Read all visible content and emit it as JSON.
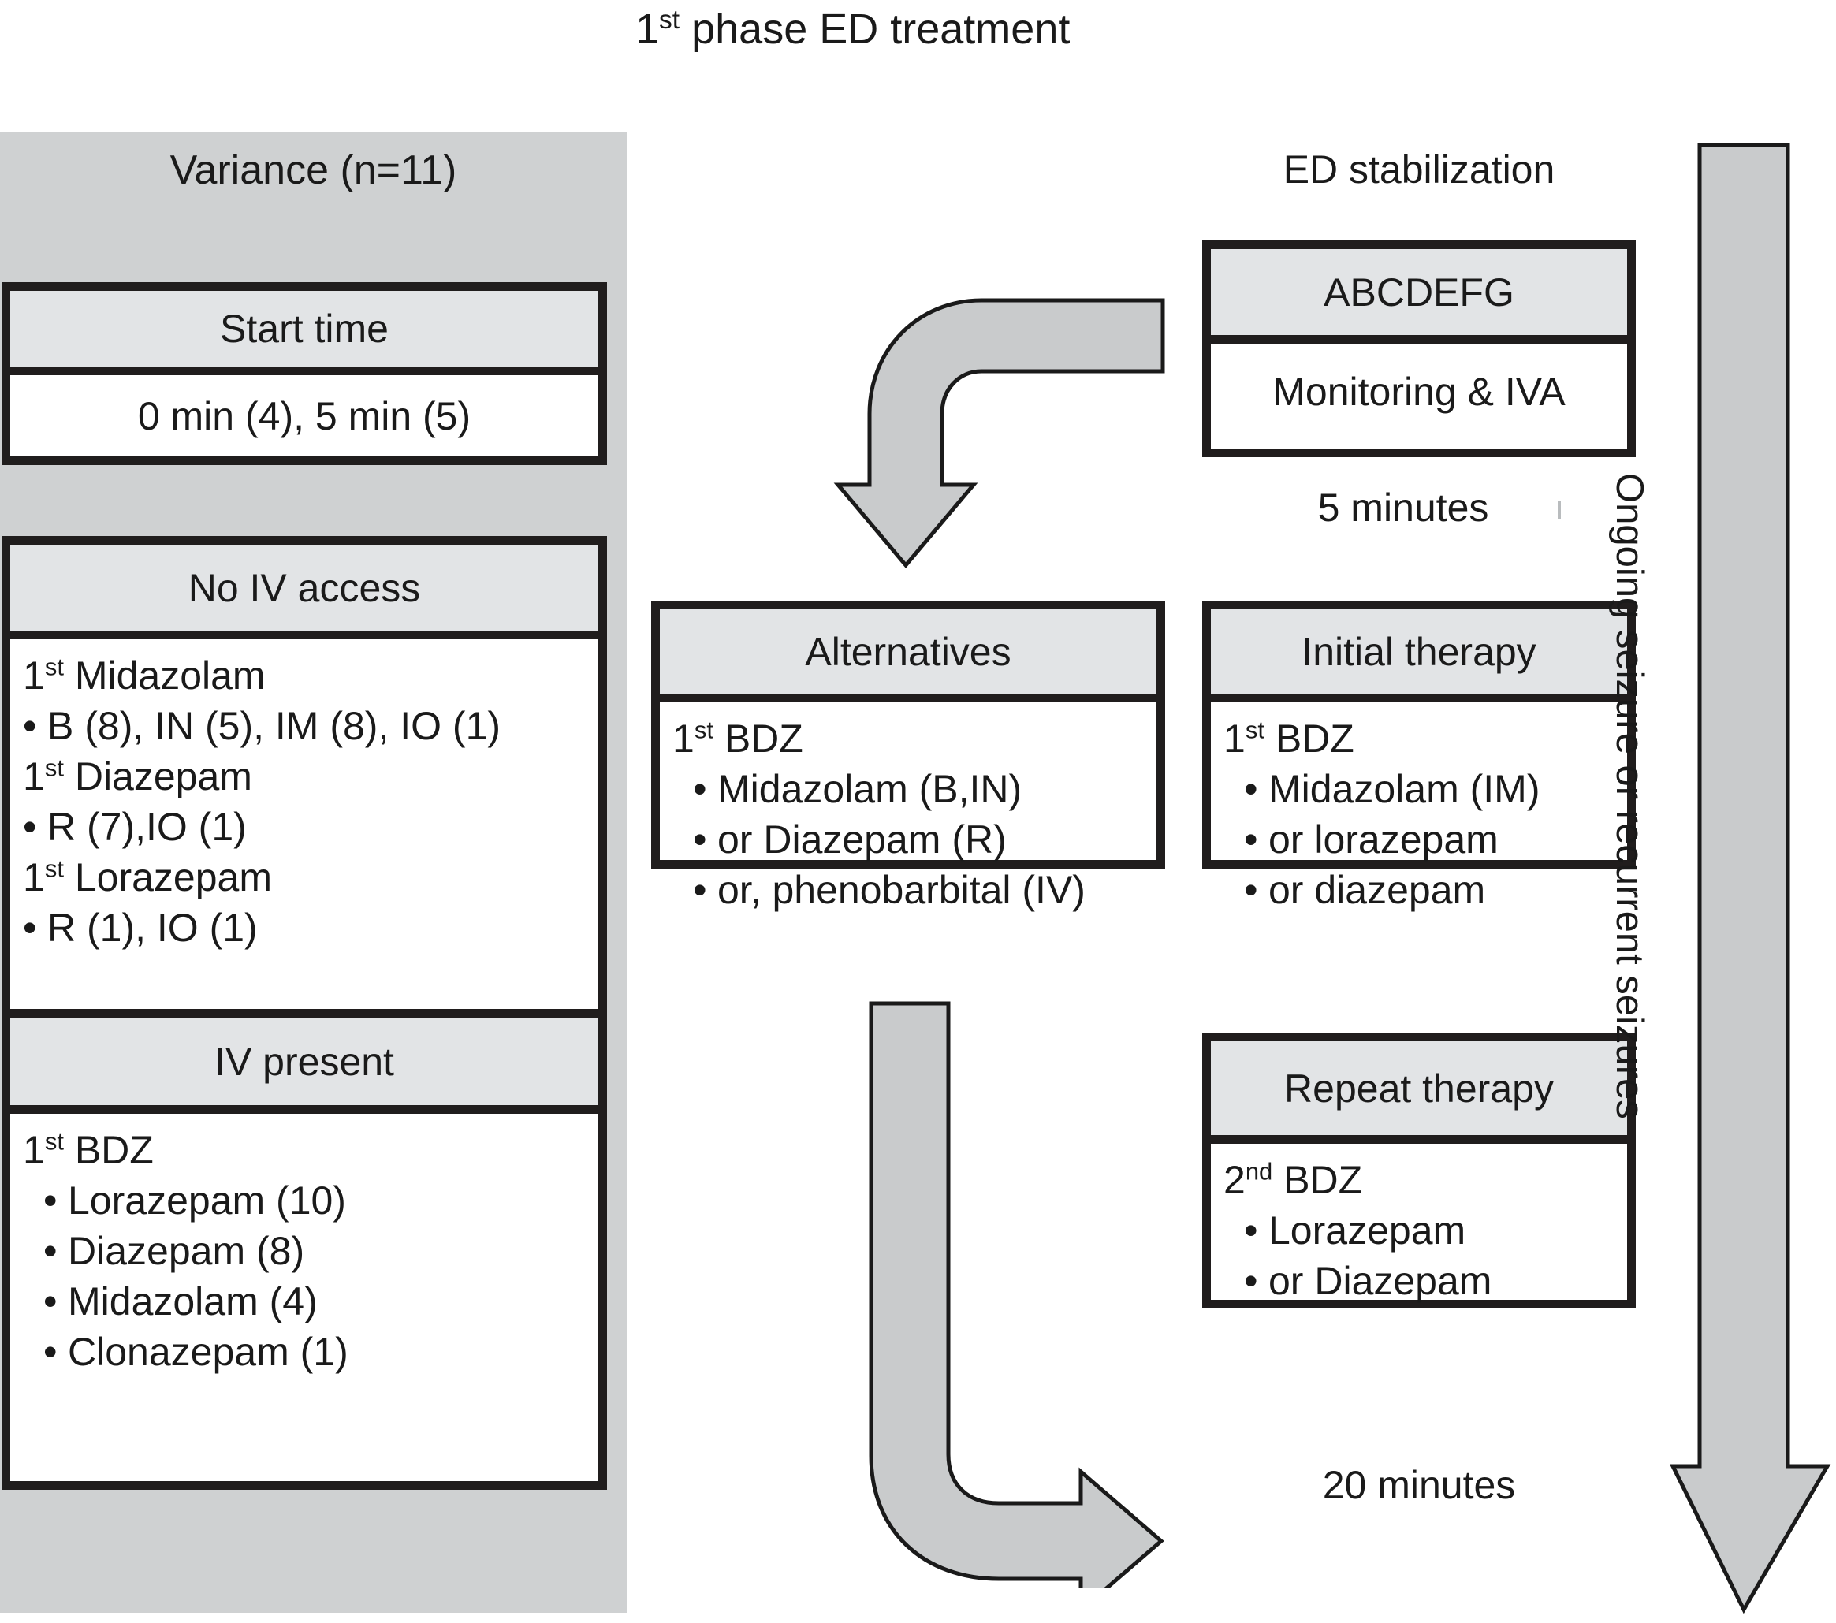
{
  "figure": {
    "title_prefix": "1",
    "title_ordinal": "st",
    "title_rest": " phase ED treatment"
  },
  "variance_panel": {
    "title": "Variance (n=11)",
    "boxes": [
      {
        "header": "Start time",
        "body_text": "0 min (4), 5 min (5)"
      },
      {
        "header": "No IV access",
        "lines": [
          {
            "ordinal_num": "1",
            "ordinal_sup": "st",
            "text": " Midazolam"
          },
          {
            "bullet": "•",
            "text": "B (8), IN (5), IM (8), IO (1)"
          },
          {
            "ordinal_num": "1",
            "ordinal_sup": "st",
            "text": " Diazepam"
          },
          {
            "bullet": "•",
            "text": "R (7),IO (1)"
          },
          {
            "ordinal_num": "1",
            "ordinal_sup": "st",
            "text": " Lorazepam"
          },
          {
            "bullet": "•",
            "text": "R (1), IO (1)"
          }
        ]
      },
      {
        "header": "IV present",
        "lines": [
          {
            "ordinal_num": "1",
            "ordinal_sup": "st",
            "text": " BDZ"
          },
          {
            "bullet": "•",
            "text": "Lorazepam (10)"
          },
          {
            "bullet": "•",
            "text": "Diazepam (8)"
          },
          {
            "bullet": "•",
            "text": "Midazolam (4)"
          },
          {
            "bullet": "•",
            "text": "Clonazepam (1)"
          }
        ]
      }
    ]
  },
  "middle_column": {
    "alternatives": {
      "header": "Alternatives",
      "lines": [
        {
          "ordinal_num": "1",
          "ordinal_sup": "st",
          "text": " BDZ"
        },
        {
          "bullet": "•",
          "text": "Midazolam (B,IN)"
        },
        {
          "bullet": "•",
          "text": "or Diazepam (R)"
        },
        {
          "bullet": "•",
          "text": "or, phenobarbital (IV)"
        }
      ]
    }
  },
  "right_column": {
    "ed_stabilization_label": "ED stabilization",
    "ed_stabilization": {
      "header": "ABCDEFG",
      "body_text": "Monitoring & IVA"
    },
    "time_5_minutes": "5 minutes",
    "initial_therapy": {
      "header": "Initial therapy",
      "lines": [
        {
          "ordinal_num": "1",
          "ordinal_sup": "st",
          "text": " BDZ"
        },
        {
          "bullet": "•",
          "text": "Midazolam (IM)"
        },
        {
          "bullet": "•",
          "text": "or lorazepam"
        },
        {
          "bullet": "•",
          "text": "or diazepam"
        }
      ]
    },
    "repeat_therapy": {
      "header": "Repeat therapy",
      "lines": [
        {
          "ordinal_num": "2",
          "ordinal_sup": "nd",
          "text": " BDZ"
        },
        {
          "bullet": "•",
          "text": "Lorazepam"
        },
        {
          "bullet": "•",
          "text": "or Diazepam"
        }
      ]
    },
    "time_20_minutes": "20 minutes"
  },
  "side_arrow": {
    "label": "Ongoing seizure or recurrent seizures"
  },
  "colors": {
    "panel_grey": "#cfd1d2",
    "header_grey": "#e2e4e6",
    "arrow_fill": "#c9cbcc",
    "border_black": "#201d1d",
    "text_black": "#1a1a1a"
  }
}
